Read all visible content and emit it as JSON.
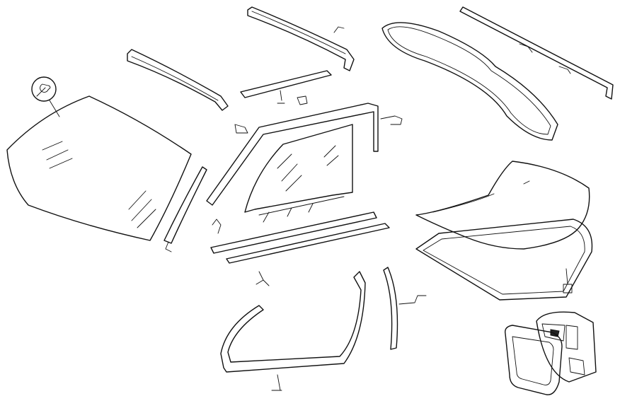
{
  "diagram": {
    "type": "exploded-parts-diagram",
    "colors": {
      "line": "#111111",
      "background": "#ffffff"
    },
    "icons": [
      "wrench-icon"
    ],
    "parts": [
      "windshield-glass",
      "windshield-a-pillar-trim",
      "roof-drip-molding-front",
      "roof-rail-seal-rear",
      "roof-inner-seal-strip",
      "door-window-frame",
      "door-window-glass",
      "beltline-weatherstrip-inner",
      "beltline-weatherstrip-outer",
      "door-opening-seal",
      "quarter-window-seal",
      "trunk-lid-seal",
      "cowl-panel-strip",
      "trunk-lid",
      "trunk-opening-seal",
      "tail-lamp-housing",
      "tail-lamp-gasket"
    ]
  }
}
